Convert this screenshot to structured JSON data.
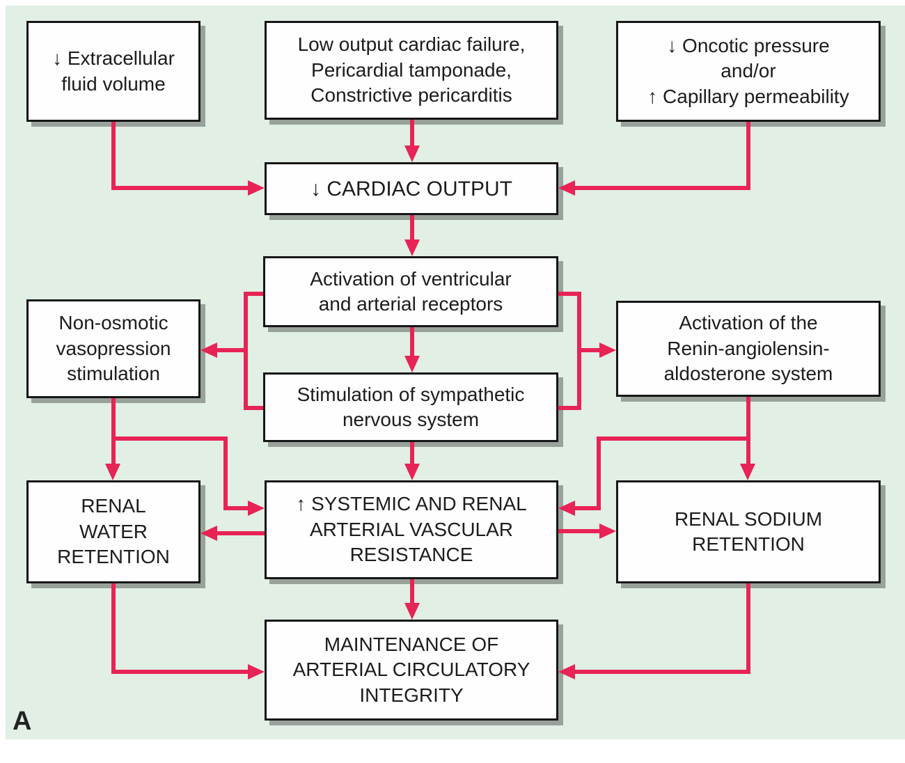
{
  "figure_label": "A",
  "colors": {
    "background": "#e1efe5",
    "arrow": "#e82355",
    "box_fill": "#fefefe",
    "box_border": "#161616",
    "shadow": "#98a29a"
  },
  "nodes": {
    "extracellular": {
      "label": "↓ Extracellular\nfluid volume"
    },
    "low_output": {
      "label": "Low output cardiac failure,\nPericardial tamponade,\nConstrictive pericarditis"
    },
    "oncotic": {
      "label": "↓ Oncotic pressure\nand/or\n↑ Capillary permeability"
    },
    "cardiac_output": {
      "label": "↓ CARDIAC OUTPUT"
    },
    "receptors": {
      "label": "Activation of ventricular\nand arterial receptors"
    },
    "sympathetic": {
      "label": "Stimulation of sympathetic\nnervous system"
    },
    "non_osmotic": {
      "label": "Non-osmotic\nvasopression\nstimulation"
    },
    "renin": {
      "label": "Activation of the\nRenin-angiolensin-\naldosterone system"
    },
    "renal_water": {
      "label": "RENAL\nWATER\nRETENTION"
    },
    "systemic": {
      "label": "↑ SYSTEMIC AND RENAL\nARTERIAL VASCULAR\nRESISTANCE"
    },
    "renal_sodium": {
      "label": "RENAL SODIUM\nRETENTION"
    },
    "maintenance": {
      "label": "MAINTENANCE OF\nARTERIAL CIRCULATORY\nINTEGRITY"
    }
  },
  "edges": [
    {
      "from": "extracellular-fluid-volume",
      "to": "cardiac-output"
    },
    {
      "from": "low-output-cardiac-failure-tamponade-pericarditis",
      "to": "cardiac-output"
    },
    {
      "from": "oncotic-pressure-capillary-permeability",
      "to": "cardiac-output"
    },
    {
      "from": "cardiac-output",
      "to": "ventricular-arterial-receptors"
    },
    {
      "from": "ventricular-arterial-receptors",
      "to": "sympathetic-nervous-system"
    },
    {
      "from": "receptors-and-sympathetic-bracket",
      "to": "non-osmotic-vasopression-stimulation"
    },
    {
      "from": "receptors-and-sympathetic-bracket",
      "to": "renin-angiolensin-aldosterone-system"
    },
    {
      "from": "sympathetic-nervous-system",
      "to": "systemic-renal-arterial-vascular-resistance"
    },
    {
      "from": "non-osmotic-vasopression-stimulation",
      "to": "renal-water-retention"
    },
    {
      "from": "non-osmotic-vasopression-stimulation",
      "to": "systemic-renal-arterial-vascular-resistance"
    },
    {
      "from": "renin-angiolensin-aldosterone-system",
      "to": "renal-sodium-retention"
    },
    {
      "from": "renin-angiolensin-aldosterone-system",
      "to": "systemic-renal-arterial-vascular-resistance"
    },
    {
      "from": "systemic-renal-arterial-vascular-resistance",
      "to": "renal-water-retention"
    },
    {
      "from": "systemic-renal-arterial-vascular-resistance",
      "to": "renal-sodium-retention"
    },
    {
      "from": "systemic-renal-arterial-vascular-resistance",
      "to": "maintenance-of-arterial-circulatory-integrity"
    },
    {
      "from": "renal-water-retention",
      "to": "maintenance-of-arterial-circulatory-integrity"
    },
    {
      "from": "renal-sodium-retention",
      "to": "maintenance-of-arterial-circulatory-integrity"
    }
  ]
}
